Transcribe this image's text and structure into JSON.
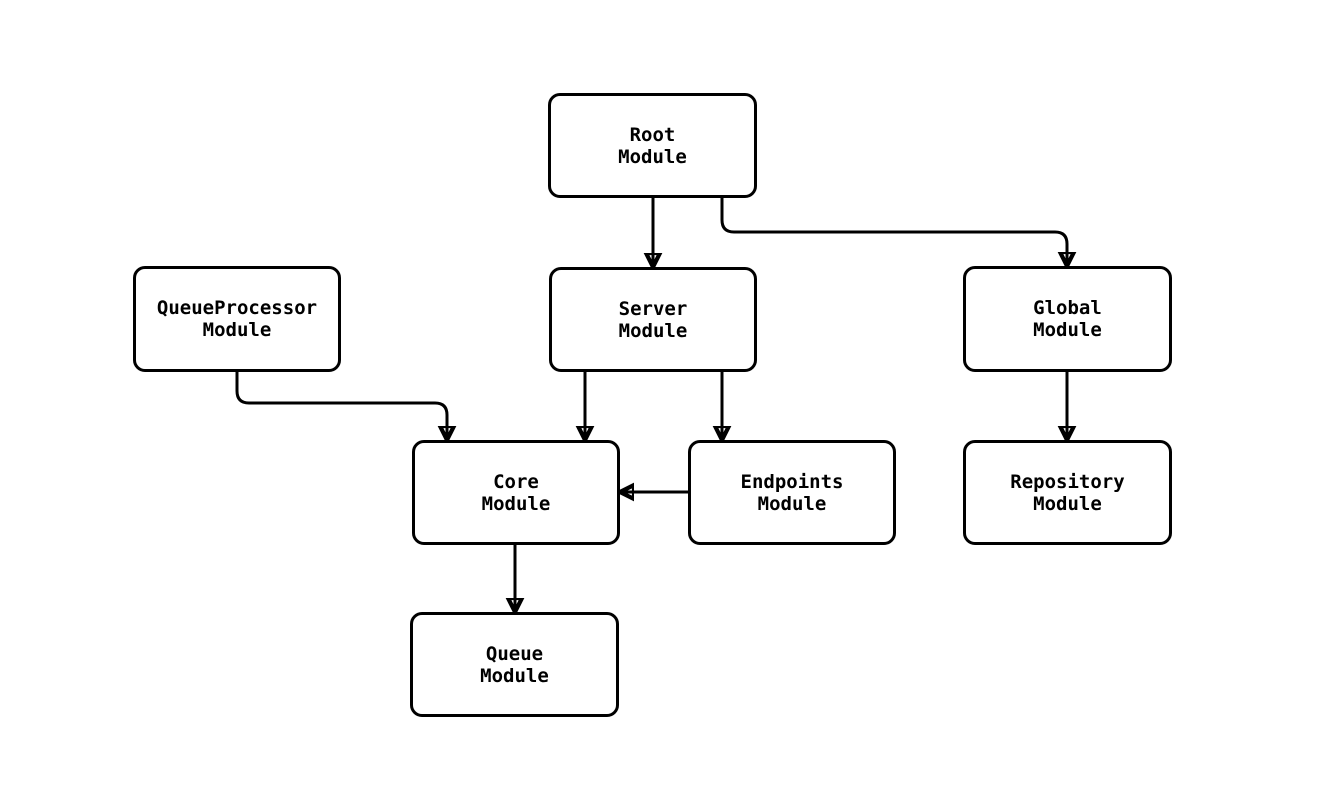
{
  "diagram": {
    "type": "module-dependency-diagram",
    "colors": {
      "stroke": "#000000",
      "node_fill": "#ffffff",
      "background": "#ffffff",
      "text": "#000000"
    },
    "nodes": {
      "root": {
        "label": "Root\nModule"
      },
      "server": {
        "label": "Server\nModule"
      },
      "global": {
        "label": "Global\nModule"
      },
      "queueProcessor": {
        "label": "QueueProcessor\nModule"
      },
      "core": {
        "label": "Core\nModule"
      },
      "endpoints": {
        "label": "Endpoints\nModule"
      },
      "repository": {
        "label": "Repository\nModule"
      },
      "queue": {
        "label": "Queue\nModule"
      }
    },
    "edges": [
      {
        "from": "Root Module",
        "to": "Server Module"
      },
      {
        "from": "Root Module",
        "to": "Global Module"
      },
      {
        "from": "QueueProcessor Module",
        "to": "Core Module"
      },
      {
        "from": "Server Module",
        "to": "Core Module"
      },
      {
        "from": "Server Module",
        "to": "Endpoints Module"
      },
      {
        "from": "Endpoints Module",
        "to": "Core Module"
      },
      {
        "from": "Global Module",
        "to": "Repository Module"
      },
      {
        "from": "Core Module",
        "to": "Queue Module"
      }
    ]
  }
}
